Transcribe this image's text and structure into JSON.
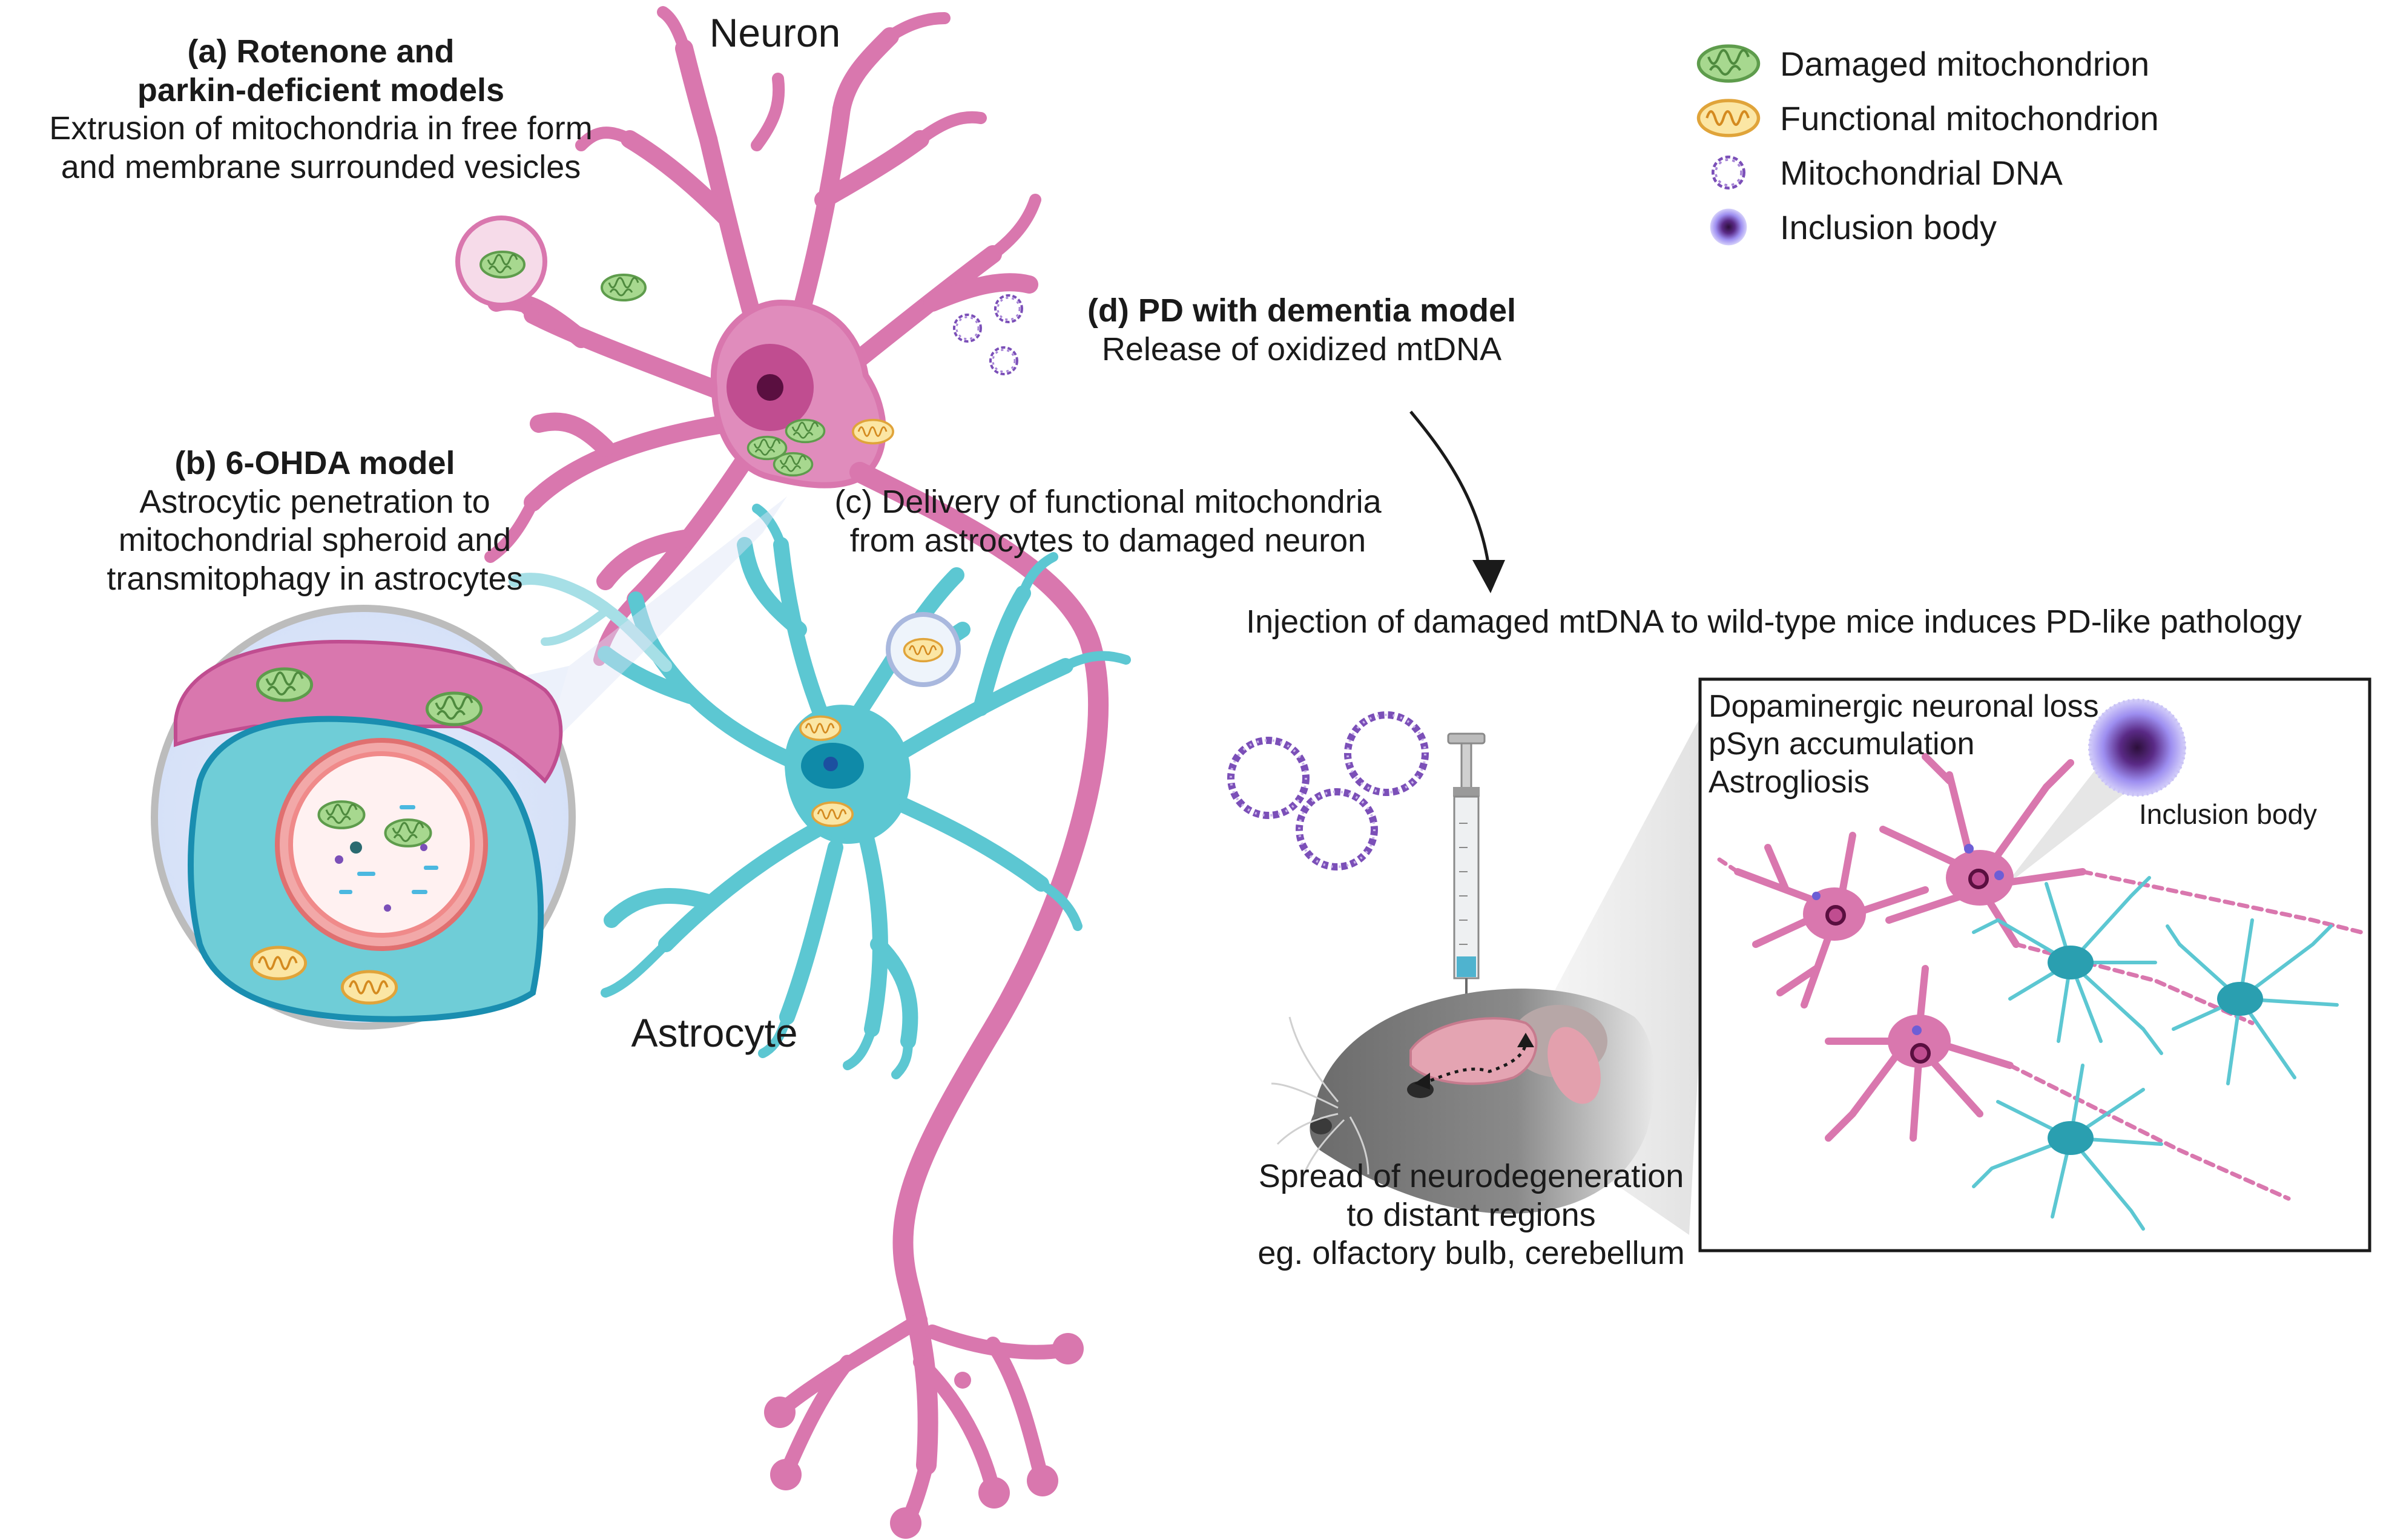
{
  "labels": {
    "neuron": "Neuron",
    "astrocyte": "Astrocyte",
    "inclusion_body": "Inclusion body"
  },
  "panel_a": {
    "title_line1": "(a) Rotenone and",
    "title_line2": "parkin-deficient models",
    "desc_line1": "Extrusion of mitochondria in free form",
    "desc_line2": "and membrane surrounded vesicles"
  },
  "panel_b": {
    "title": "(b) 6-OHDA model",
    "desc_line1": "Astrocytic penetration to",
    "desc_line2": "mitochondrial spheroid and",
    "desc_line3": "transmitophagy in astrocytes"
  },
  "panel_c": {
    "line1": "(c) Delivery of functional mitochondria",
    "line2": "from astrocytes to damaged neuron"
  },
  "panel_d": {
    "title": "(d) PD with dementia model",
    "desc": "Release of oxidized mtDNA"
  },
  "injection_text": "Injection of damaged mtDNA to wild-type mice induces PD-like pathology",
  "spread_text": {
    "line1": "Spread of neurodegeneration",
    "line2": "to distant regions",
    "line3": "eg. olfactory bulb, cerebellum"
  },
  "inset_text": {
    "line1": "Dopaminergic neuronal loss",
    "line2": "pSyn accumulation",
    "line3": "Astrogliosis"
  },
  "legend": [
    {
      "label": "Damaged mitochondrion",
      "icon": "damaged-mitochondrion-icon",
      "color": "#8cc97a"
    },
    {
      "label": "Functional mitochondrion",
      "icon": "functional-mitochondrion-icon",
      "color": "#f7d77e"
    },
    {
      "label": "Mitochondrial DNA",
      "icon": "mitochondrial-dna-icon",
      "color": "#7b4fb8"
    },
    {
      "label": "Inclusion body",
      "icon": "inclusion-body-icon",
      "color": "#7f6fd6"
    }
  ],
  "colors": {
    "neuron": "#d977ae",
    "neuron_dark": "#c04d90",
    "astrocyte": "#5cc7d2",
    "astrocyte_dark": "#2a9fb0",
    "damaged_mito": "#8cc97a",
    "functional_mito": "#f7d77e",
    "mtdna": "#7b4fb8",
    "inclusion": "#7f6fd6"
  }
}
